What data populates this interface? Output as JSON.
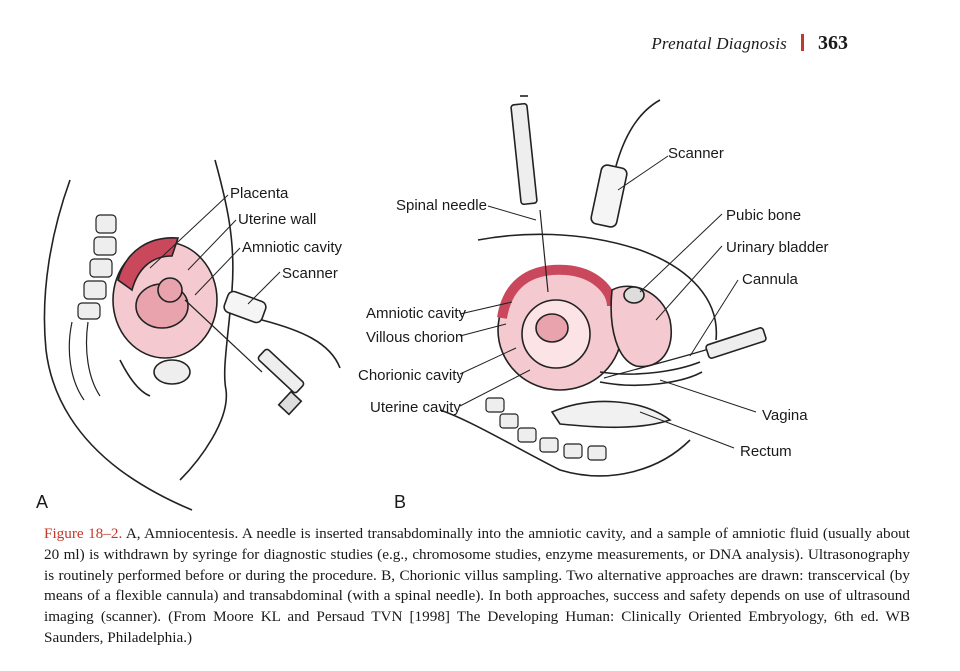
{
  "header": {
    "running_title": "Prenatal Diagnosis",
    "page_number": "363"
  },
  "figure": {
    "panel_a": {
      "letter": "A",
      "labels": {
        "placenta": "Placenta",
        "uterine_wall": "Uterine wall",
        "amniotic_cavity": "Amniotic cavity",
        "scanner": "Scanner"
      }
    },
    "panel_b": {
      "letter": "B",
      "labels": {
        "spinal_needle": "Spinal needle",
        "scanner": "Scanner",
        "pubic_bone": "Pubic bone",
        "urinary_bladder": "Urinary bladder",
        "cannula": "Cannula",
        "amniotic_cavity": "Amniotic cavity",
        "villous_chorion": "Villous chorion",
        "chorionic_cavity": "Chorionic cavity",
        "uterine_cavity": "Uterine cavity",
        "vagina": "Vagina",
        "rectum": "Rectum"
      }
    },
    "colors": {
      "tissue_pink": "#f4c9cf",
      "placenta_red": "#c9485b",
      "accent_red": "#c0392b"
    }
  },
  "caption": {
    "figure_label": "Figure 18–2.",
    "text": " A, Amniocentesis. A needle is inserted transabdominally into the amniotic cavity, and a sample of amniotic fluid (usually about 20 ml) is withdrawn by syringe for diagnostic studies (e.g., chromosome studies, enzyme measurements, or DNA analysis). Ultrasonography is routinely performed before or during the procedure. B, Chorionic villus sampling. Two alternative approaches are drawn: transcervical (by means of a flexible cannula) and transabdominal (with a spinal needle). In both approaches, success and safety depends on use of ultrasound imaging (scanner). (From Moore KL and Persaud TVN [1998] The Developing Human: Clinically Oriented Embryology, 6th ed. WB Saunders, Philadelphia.)"
  }
}
